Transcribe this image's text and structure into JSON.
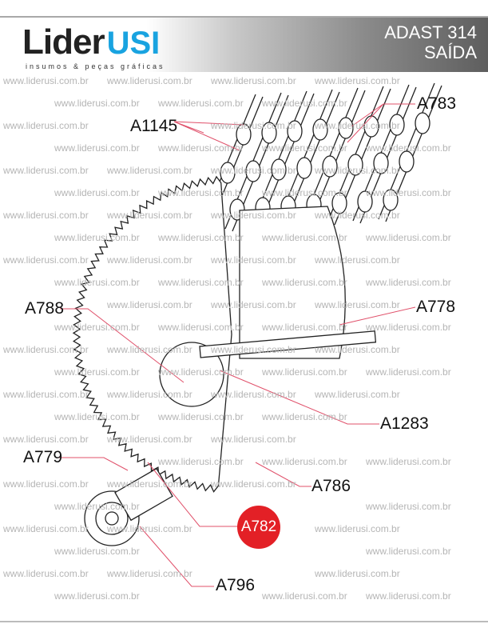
{
  "header": {
    "logo_main": "Lider",
    "logo_accent": "USI",
    "logo_tagline": "insumos & peças gráficas",
    "title_line1": "ADAST 314",
    "title_line2": "SAÍDA"
  },
  "watermark": "www.liderusi.com.br",
  "parts": {
    "a1145": "A1145",
    "a783": "A783",
    "a788": "A788",
    "a778": "A778",
    "a1283": "A1283",
    "a779": "A779",
    "a786": "A786",
    "a782": "A782",
    "a796": "A796"
  },
  "colors": {
    "accent": "#19a3e0",
    "badge": "#e32026",
    "leader": "#e0506a"
  }
}
